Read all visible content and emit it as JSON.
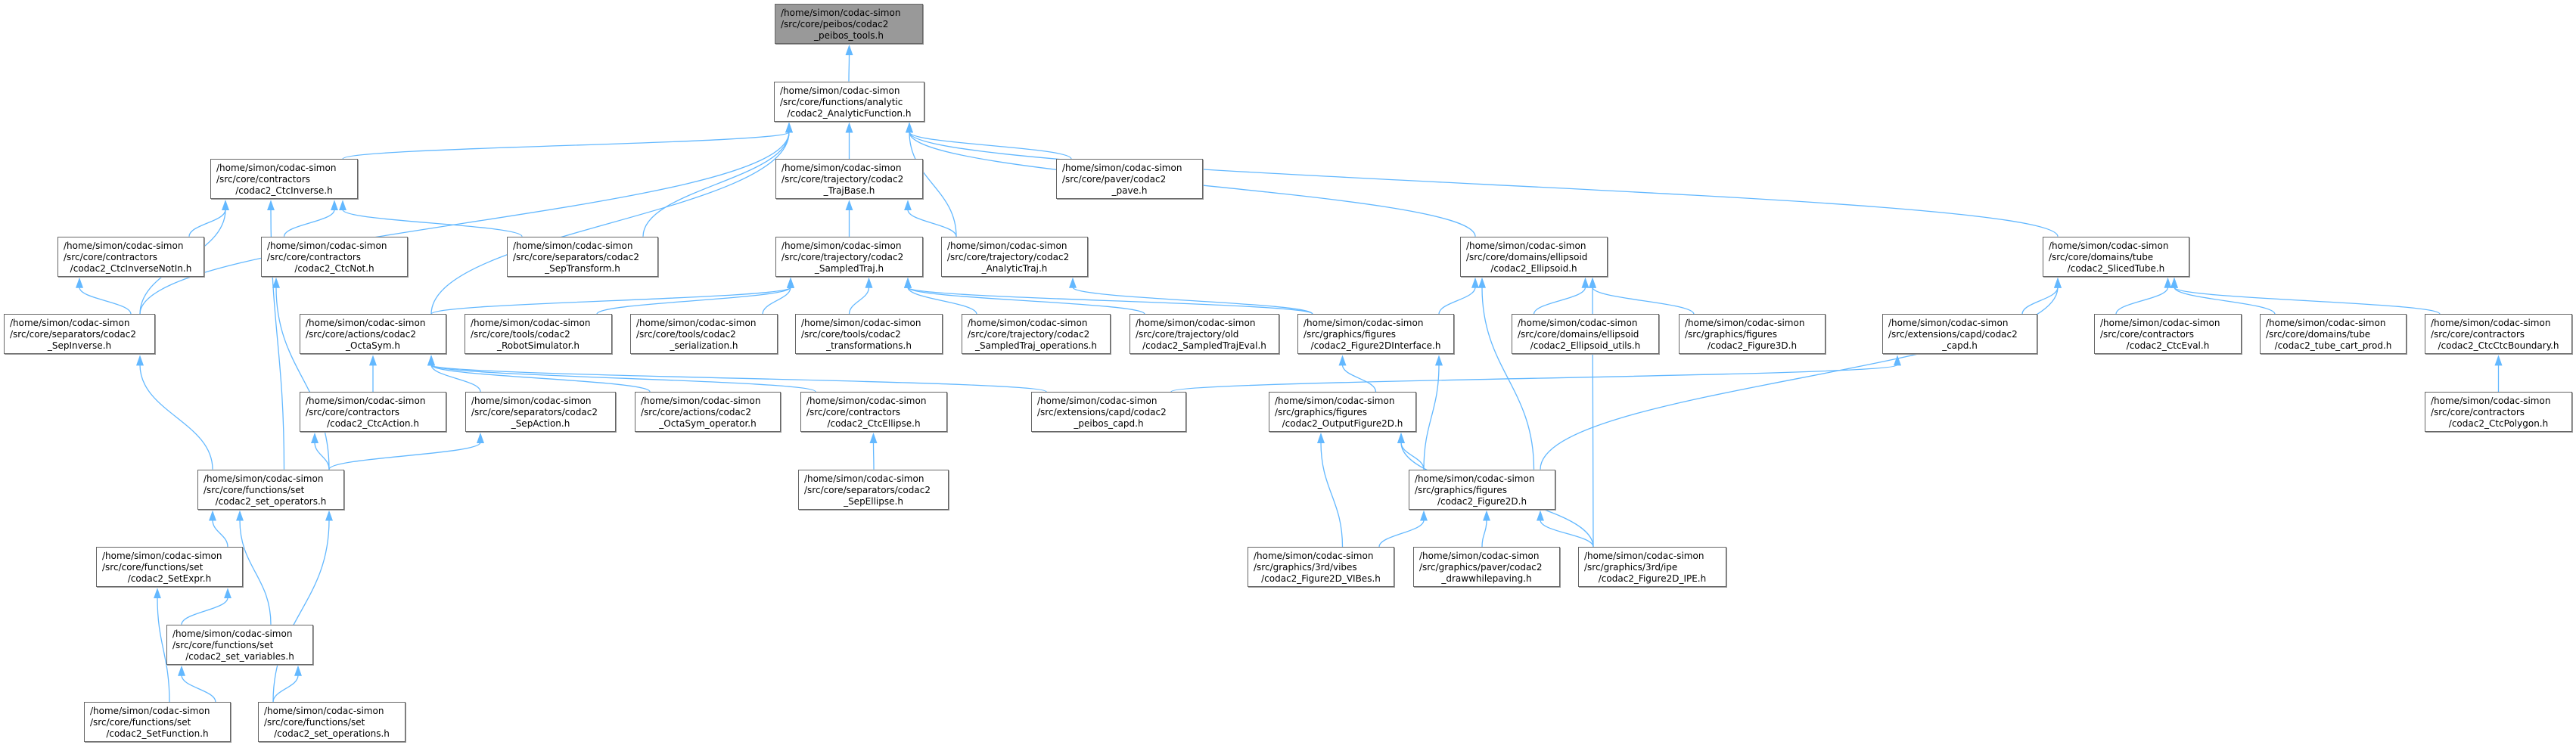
{
  "graph": {
    "edge_color": "#63b8ff",
    "node_border": "#666666",
    "current_fill": "#999999",
    "current_node": "peibos_tools",
    "nodes": [
      {
        "id": "peibos_tools",
        "lines": [
          "/home/simon/codac-simon",
          "/src/core/peibos/codac2",
          "_peibos_tools.h"
        ]
      },
      {
        "id": "AnalyticFunction",
        "lines": [
          "/home/simon/codac-simon",
          "/src/core/functions/analytic",
          "/codac2_AnalyticFunction.h"
        ]
      },
      {
        "id": "CtcInverse",
        "lines": [
          "/home/simon/codac-simon",
          "/src/core/contractors",
          "/codac2_CtcInverse.h"
        ]
      },
      {
        "id": "TrajBase",
        "lines": [
          "/home/simon/codac-simon",
          "/src/core/trajectory/codac2",
          "_TrajBase.h"
        ]
      },
      {
        "id": "pave",
        "lines": [
          "/home/simon/codac-simon",
          "/src/core/paver/codac2",
          "_pave.h"
        ]
      },
      {
        "id": "CtcInverseNotIn",
        "lines": [
          "/home/simon/codac-simon",
          "/src/core/contractors",
          "/codac2_CtcInverseNotIn.h"
        ]
      },
      {
        "id": "CtcNot",
        "lines": [
          "/home/simon/codac-simon",
          "/src/core/contractors",
          "/codac2_CtcNot.h"
        ]
      },
      {
        "id": "SepTransform",
        "lines": [
          "/home/simon/codac-simon",
          "/src/core/separators/codac2",
          "_SepTransform.h"
        ]
      },
      {
        "id": "SampledTraj",
        "lines": [
          "/home/simon/codac-simon",
          "/src/core/trajectory/codac2",
          "_SampledTraj.h"
        ]
      },
      {
        "id": "AnalyticTraj",
        "lines": [
          "/home/simon/codac-simon",
          "/src/core/trajectory/codac2",
          "_AnalyticTraj.h"
        ]
      },
      {
        "id": "Ellipsoid",
        "lines": [
          "/home/simon/codac-simon",
          "/src/core/domains/ellipsoid",
          "/codac2_Ellipsoid.h"
        ]
      },
      {
        "id": "SlicedTube",
        "lines": [
          "/home/simon/codac-simon",
          "/src/core/domains/tube",
          "/codac2_SlicedTube.h"
        ]
      },
      {
        "id": "SepInverse",
        "lines": [
          "/home/simon/codac-simon",
          "/src/core/separators/codac2",
          "_SepInverse.h"
        ]
      },
      {
        "id": "OctaSym",
        "lines": [
          "/home/simon/codac-simon",
          "/src/core/actions/codac2",
          "_OctaSym.h"
        ]
      },
      {
        "id": "RobotSimulator",
        "lines": [
          "/home/simon/codac-simon",
          "/src/core/tools/codac2",
          "_RobotSimulator.h"
        ]
      },
      {
        "id": "serialization",
        "lines": [
          "/home/simon/codac-simon",
          "/src/core/tools/codac2",
          "_serialization.h"
        ]
      },
      {
        "id": "transformations",
        "lines": [
          "/home/simon/codac-simon",
          "/src/core/tools/codac2",
          "_transformations.h"
        ]
      },
      {
        "id": "SampledTraj_operations",
        "lines": [
          "/home/simon/codac-simon",
          "/src/core/trajectory/codac2",
          "_SampledTraj_operations.h"
        ]
      },
      {
        "id": "SampledTrajEval",
        "lines": [
          "/home/simon/codac-simon",
          "/src/core/trajectory/old",
          "/codac2_SampledTrajEval.h"
        ]
      },
      {
        "id": "Figure2DInterface",
        "lines": [
          "/home/simon/codac-simon",
          "/src/graphics/figures",
          "/codac2_Figure2DInterface.h"
        ]
      },
      {
        "id": "Ellipsoid_utils",
        "lines": [
          "/home/simon/codac-simon",
          "/src/core/domains/ellipsoid",
          "/codac2_Ellipsoid_utils.h"
        ]
      },
      {
        "id": "Figure3D",
        "lines": [
          "/home/simon/codac-simon",
          "/src/graphics/figures",
          "/codac2_Figure3D.h"
        ]
      },
      {
        "id": "capd",
        "lines": [
          "/home/simon/codac-simon",
          "/src/extensions/capd/codac2",
          "_capd.h"
        ]
      },
      {
        "id": "CtcEval",
        "lines": [
          "/home/simon/codac-simon",
          "/src/core/contractors",
          "/codac2_CtcEval.h"
        ]
      },
      {
        "id": "tube_cart_prod",
        "lines": [
          "/home/simon/codac-simon",
          "/src/core/domains/tube",
          "/codac2_tube_cart_prod.h"
        ]
      },
      {
        "id": "CtcCtcBoundary",
        "lines": [
          "/home/simon/codac-simon",
          "/src/core/contractors",
          "/codac2_CtcCtcBoundary.h"
        ]
      },
      {
        "id": "CtcAction",
        "lines": [
          "/home/simon/codac-simon",
          "/src/core/contractors",
          "/codac2_CtcAction.h"
        ]
      },
      {
        "id": "SepAction",
        "lines": [
          "/home/simon/codac-simon",
          "/src/core/separators/codac2",
          "_SepAction.h"
        ]
      },
      {
        "id": "OctaSym_operator",
        "lines": [
          "/home/simon/codac-simon",
          "/src/core/actions/codac2",
          "_OctaSym_operator.h"
        ]
      },
      {
        "id": "CtcEllipse",
        "lines": [
          "/home/simon/codac-simon",
          "/src/core/contractors",
          "/codac2_CtcEllipse.h"
        ]
      },
      {
        "id": "peibos_capd",
        "lines": [
          "/home/simon/codac-simon",
          "/src/extensions/capd/codac2",
          "_peibos_capd.h"
        ]
      },
      {
        "id": "OutputFigure2D",
        "lines": [
          "/home/simon/codac-simon",
          "/src/graphics/figures",
          "/codac2_OutputFigure2D.h"
        ]
      },
      {
        "id": "CtcPolygon",
        "lines": [
          "/home/simon/codac-simon",
          "/src/core/contractors",
          "/codac2_CtcPolygon.h"
        ]
      },
      {
        "id": "set_operators",
        "lines": [
          "/home/simon/codac-simon",
          "/src/core/functions/set",
          "/codac2_set_operators.h"
        ]
      },
      {
        "id": "SepEllipse",
        "lines": [
          "/home/simon/codac-simon",
          "/src/core/separators/codac2",
          "_SepEllipse.h"
        ]
      },
      {
        "id": "Figure2D",
        "lines": [
          "/home/simon/codac-simon",
          "/src/graphics/figures",
          "/codac2_Figure2D.h"
        ]
      },
      {
        "id": "SetExpr",
        "lines": [
          "/home/simon/codac-simon",
          "/src/core/functions/set",
          "/codac2_SetExpr.h"
        ]
      },
      {
        "id": "VIBes",
        "lines": [
          "/home/simon/codac-simon",
          "/src/graphics/3rd/vibes",
          "/codac2_Figure2D_VIBes.h"
        ]
      },
      {
        "id": "drawwhilepaving",
        "lines": [
          "/home/simon/codac-simon",
          "/src/graphics/paver/codac2",
          "_drawwhilepaving.h"
        ]
      },
      {
        "id": "IPE",
        "lines": [
          "/home/simon/codac-simon",
          "/src/graphics/3rd/ipe",
          "/codac2_Figure2D_IPE.h"
        ]
      },
      {
        "id": "set_variables",
        "lines": [
          "/home/simon/codac-simon",
          "/src/core/functions/set",
          "/codac2_set_variables.h"
        ]
      },
      {
        "id": "SetFunction",
        "lines": [
          "/home/simon/codac-simon",
          "/src/core/functions/set",
          "/codac2_SetFunction.h"
        ]
      },
      {
        "id": "set_operations",
        "lines": [
          "/home/simon/codac-simon",
          "/src/core/functions/set",
          "/codac2_set_operations.h"
        ]
      }
    ],
    "edges": [
      [
        "AnalyticFunction",
        "peibos_tools"
      ],
      [
        "CtcInverse",
        "AnalyticFunction"
      ],
      [
        "SepInverse",
        "AnalyticFunction"
      ],
      [
        "SepTransform",
        "AnalyticFunction"
      ],
      [
        "OctaSym",
        "AnalyticFunction"
      ],
      [
        "TrajBase",
        "AnalyticFunction"
      ],
      [
        "AnalyticTraj",
        "AnalyticFunction"
      ],
      [
        "Ellipsoid",
        "AnalyticFunction"
      ],
      [
        "pave",
        "AnalyticFunction"
      ],
      [
        "SlicedTube",
        "AnalyticFunction"
      ],
      [
        "CtcInverseNotIn",
        "CtcInverse"
      ],
      [
        "CtcNot",
        "CtcInverse"
      ],
      [
        "SepTransform",
        "CtcInverse"
      ],
      [
        "SepInverse",
        "CtcInverse"
      ],
      [
        "set_operators",
        "CtcInverse"
      ],
      [
        "SepInverse",
        "CtcInverseNotIn"
      ],
      [
        "set_operators",
        "CtcNot"
      ],
      [
        "SampledTraj",
        "TrajBase"
      ],
      [
        "AnalyticTraj",
        "TrajBase"
      ],
      [
        "OctaSym",
        "SampledTraj"
      ],
      [
        "RobotSimulator",
        "SampledTraj"
      ],
      [
        "serialization",
        "SampledTraj"
      ],
      [
        "transformations",
        "SampledTraj"
      ],
      [
        "SampledTraj_operations",
        "SampledTraj"
      ],
      [
        "SampledTrajEval",
        "SampledTraj"
      ],
      [
        "Figure2DInterface",
        "SampledTraj"
      ],
      [
        "Figure2DInterface",
        "AnalyticTraj"
      ],
      [
        "Figure2DInterface",
        "Ellipsoid"
      ],
      [
        "Figure2D",
        "Ellipsoid"
      ],
      [
        "Ellipsoid_utils",
        "Ellipsoid"
      ],
      [
        "Figure3D",
        "Ellipsoid"
      ],
      [
        "IPE",
        "Ellipsoid"
      ],
      [
        "capd",
        "SlicedTube"
      ],
      [
        "Figure2D",
        "SlicedTube"
      ],
      [
        "CtcEval",
        "SlicedTube"
      ],
      [
        "tube_cart_prod",
        "SlicedTube"
      ],
      [
        "CtcCtcBoundary",
        "SlicedTube"
      ],
      [
        "CtcPolygon",
        "CtcCtcBoundary"
      ],
      [
        "set_operators",
        "SepInverse"
      ],
      [
        "CtcAction",
        "OctaSym"
      ],
      [
        "SepAction",
        "OctaSym"
      ],
      [
        "OctaSym_operator",
        "OctaSym"
      ],
      [
        "CtcEllipse",
        "OctaSym"
      ],
      [
        "peibos_capd",
        "OctaSym"
      ],
      [
        "peibos_capd",
        "capd"
      ],
      [
        "OutputFigure2D",
        "Figure2DInterface"
      ],
      [
        "Figure2D",
        "Figure2DInterface"
      ],
      [
        "set_operators",
        "CtcAction"
      ],
      [
        "set_operators",
        "SepAction"
      ],
      [
        "SepEllipse",
        "CtcEllipse"
      ],
      [
        "Figure2D",
        "OutputFigure2D"
      ],
      [
        "VIBes",
        "OutputFigure2D"
      ],
      [
        "IPE",
        "OutputFigure2D"
      ],
      [
        "VIBes",
        "Figure2D"
      ],
      [
        "drawwhilepaving",
        "Figure2D"
      ],
      [
        "IPE",
        "Figure2D"
      ],
      [
        "SetExpr",
        "set_operators"
      ],
      [
        "set_variables",
        "set_operators"
      ],
      [
        "set_operations",
        "set_operators"
      ],
      [
        "set_variables",
        "SetExpr"
      ],
      [
        "SetFunction",
        "SetExpr"
      ],
      [
        "SetFunction",
        "set_variables"
      ],
      [
        "set_operations",
        "set_variables"
      ]
    ]
  }
}
